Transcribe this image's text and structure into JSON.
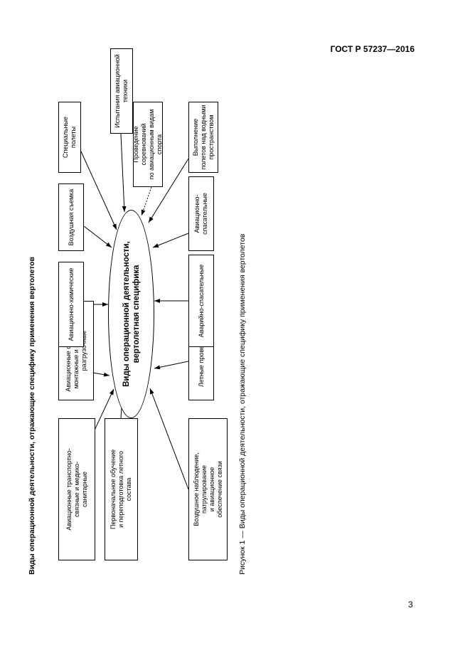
{
  "header": {
    "standard": "ГОСТ Р 57237—2016"
  },
  "page_number": "3",
  "figure": {
    "title": "Виды операционной деятельности, отражающие специфику применения вертолетов",
    "caption": "Рисунок 1 — Виды операционной деятельности, отражающие специфику применения вертолетов",
    "center": "Виды операционной деятельности,\nвертолетная специфика",
    "boxes": {
      "transport": "Авиационные транспортно-\nсвязные и медико-\nсанитарные",
      "construction": "Авиационные строительно-\nмонтажные и погрузочно-\nразгрузочные",
      "chemical": "Авиационно-химические",
      "aerial_survey": "Воздушная съемка",
      "special": "Специальные\nполеты",
      "training": "Первоначальное обучение\nи переподготовка летного\nсостава",
      "testing": "Испытания авиационной\nтехники",
      "sports": "Проведение соревнований\nпо авиационным видам\nспорта",
      "observation": "Воздушное наблюдение,\nпатрулирование\nи авиационное\nобеспечение  связи",
      "flight_checks": "Летные проверки",
      "emergency_rescue": "Аварийно-спасательные",
      "aviation_rescue": "Авиационно-\nспасательные",
      "water_flights": "Выполнение\nполетов над водными\nпространством"
    }
  }
}
